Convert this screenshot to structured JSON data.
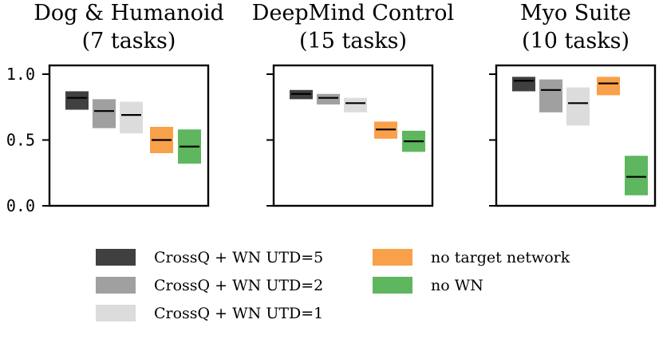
{
  "chart_data": {
    "type": "box",
    "ylim": [
      0.0,
      1.0
    ],
    "yticks": [
      "0.0",
      "0.5",
      "1.0"
    ],
    "methods": [
      {
        "name": "CrossQ + WN UTD=5",
        "color": "#404040"
      },
      {
        "name": "CrossQ + WN UTD=2",
        "color": "#a0a0a0"
      },
      {
        "name": "CrossQ + WN UTD=1",
        "color": "#dcdcdc"
      },
      {
        "name": "no target network",
        "color": "#f9a14a"
      },
      {
        "name": "no WN",
        "color": "#5eb65e"
      }
    ],
    "panels": [
      {
        "title_line1": "Dog & Humanoid",
        "title_line2": "(7 tasks)",
        "boxes": [
          {
            "low": 0.73,
            "high": 0.87,
            "median": 0.82
          },
          {
            "low": 0.59,
            "high": 0.81,
            "median": 0.72
          },
          {
            "low": 0.55,
            "high": 0.79,
            "median": 0.69
          },
          {
            "low": 0.4,
            "high": 0.6,
            "median": 0.5
          },
          {
            "low": 0.32,
            "high": 0.58,
            "median": 0.45
          }
        ]
      },
      {
        "title_line1": "DeepMind Control",
        "title_line2": "(15 tasks)",
        "boxes": [
          {
            "low": 0.81,
            "high": 0.88,
            "median": 0.85
          },
          {
            "low": 0.77,
            "high": 0.85,
            "median": 0.82
          },
          {
            "low": 0.71,
            "high": 0.82,
            "median": 0.78
          },
          {
            "low": 0.51,
            "high": 0.64,
            "median": 0.58
          },
          {
            "low": 0.41,
            "high": 0.57,
            "median": 0.49
          }
        ]
      },
      {
        "title_line1": "Myo Suite",
        "title_line2": "(10 tasks)",
        "boxes": [
          {
            "low": 0.87,
            "high": 0.98,
            "median": 0.95
          },
          {
            "low": 0.71,
            "high": 0.96,
            "median": 0.88
          },
          {
            "low": 0.61,
            "high": 0.9,
            "median": 0.78
          },
          {
            "low": 0.84,
            "high": 0.98,
            "median": 0.93
          },
          {
            "low": 0.08,
            "high": 0.38,
            "median": 0.22
          }
        ]
      }
    ]
  }
}
